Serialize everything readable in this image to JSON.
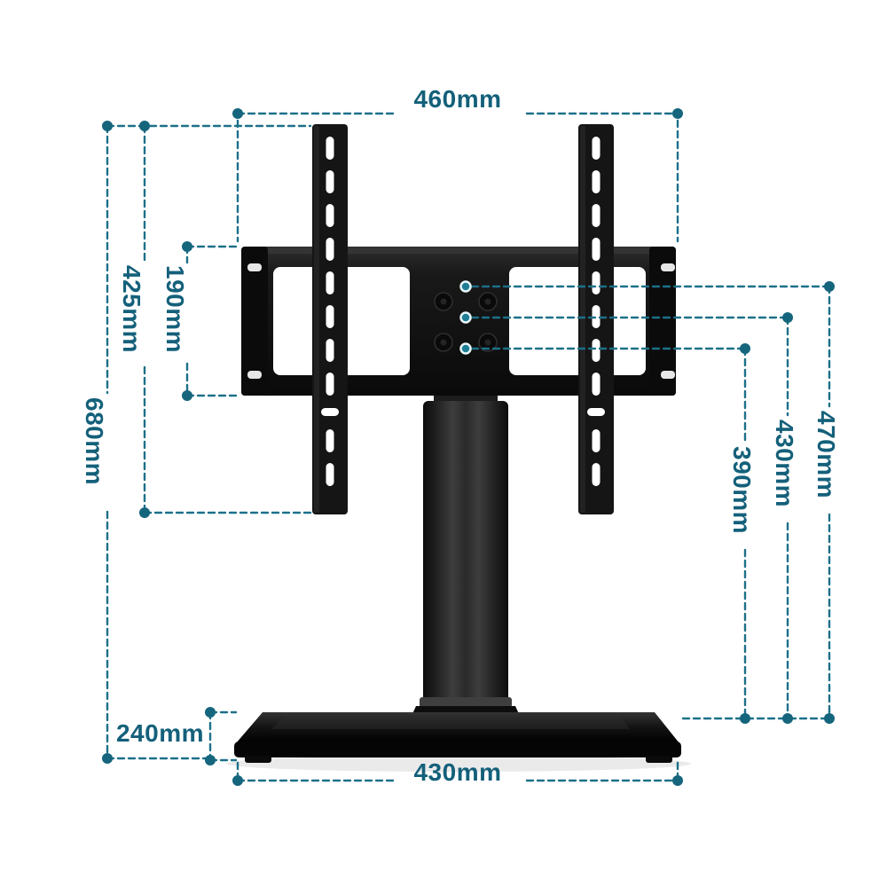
{
  "diagram": {
    "type": "product-dimension-diagram",
    "accent_line_color": "#1D7089",
    "accent_text_color": "#14607A",
    "product_color": "#141414",
    "dimensions": {
      "top_width": "460mm",
      "bracket_height": "425mm",
      "plate_height": "190mm",
      "overall_height": "680mm",
      "column_height_top": "470mm",
      "column_height_mid": "430mm",
      "column_height_low": "390mm",
      "base_depth": "240mm",
      "base_width": "430mm"
    }
  }
}
